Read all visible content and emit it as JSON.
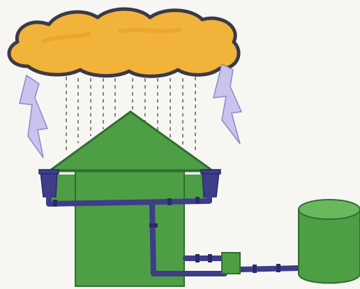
{
  "figure": {
    "elements": [
      "storm-cloud",
      "rain",
      "lightning",
      "house",
      "gutter",
      "downpipe",
      "filter-box",
      "storage-tank"
    ],
    "colors": {
      "background": "#f7f6f2",
      "cloud": "#f2b33a",
      "cloud_outline": "#3a3a48",
      "house": "#4e9e45",
      "house_dark": "#2f6e2f",
      "pipe": "#3d3d8a",
      "lightning": "#c8c4ee",
      "rain": "#555555"
    }
  }
}
